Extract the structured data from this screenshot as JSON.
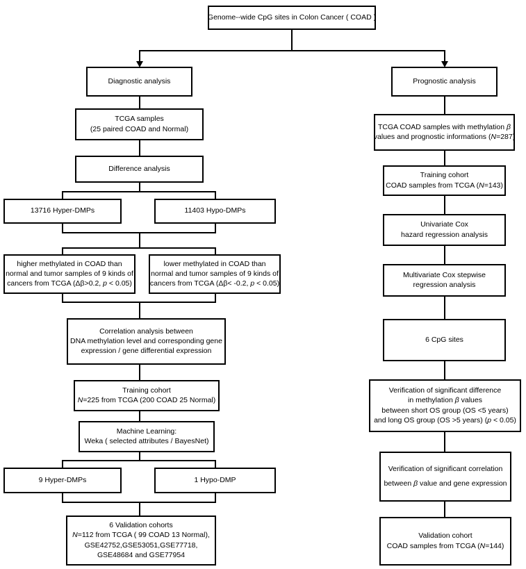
{
  "diagram": {
    "title_box": {
      "text": "Genome--wide CpG sites in Colon Cancer ( COAD )"
    },
    "branches": {
      "left_label": "Diagnostic analysis",
      "right_label": "Prognostic analysis"
    },
    "left_column": {
      "tcga_samples": {
        "line1": "TCGA  samples",
        "line2": "(25 paired COAD and Normal)"
      },
      "difference_analysis": {
        "line1": "Difference analysis"
      },
      "hyper_dmps": {
        "line1": "13716 Hyper-DMPs"
      },
      "hypo_dmps": {
        "line1": "11403 Hypo-DMPs"
      },
      "higher_methylated": {
        "line1": "higher methylated in COAD than",
        "line2": "normal and tumor samples of 9 kinds of",
        "line3": "cancers from TCGA (Δβ>0.2, ",
        "line3_italic": "p",
        "line3_tail": " < 0.05)"
      },
      "lower_methylated": {
        "line1": "lower methylated in COAD than",
        "line2": "normal and tumor samples of 9 kinds of",
        "line3": "cancers from TCGA (Δβ< -0.2, ",
        "line3_italic": "p",
        "line3_tail": " < 0.05)"
      },
      "correlation_analysis": {
        "line1": "Correlation analysis between",
        "line2": "DNA methylation level and corresponding gene",
        "line3": "expression /  gene differential expression"
      },
      "training_cohort": {
        "line1": "Training cohort",
        "line2_italic": "N",
        "line2": "=225 from TCGA (200 COAD 25 Normal)"
      },
      "machine_learning": {
        "line1": "Machine Learning:",
        "line2": "Weka ( selected attributes / BayesNet)"
      },
      "nine_hyper_dmps": {
        "line1": "9 Hyper-DMPs"
      },
      "one_hypo_dmp": {
        "line1": "1 Hypo-DMP"
      },
      "validation_cohorts": {
        "line1": "6 Validation cohorts",
        "line2_italic": "N",
        "line2": "=112 from TCGA ( 99 COAD 13 Normal),",
        "line3": "GSE42752,GSE53051,GSE77718,",
        "line4": "GSE48684 and GSE77954"
      }
    },
    "right_column": {
      "tcga_coad_samples": {
        "line1": "TCGA COAD samples with methylation ",
        "line1_italic": "β",
        "line2": "values and prognostic informations (",
        "line2_italic": "N",
        "line2_tail": "=287)"
      },
      "training_cohort": {
        "line1": "Training cohort",
        "line2": "COAD samples from TCGA (",
        "line2_italic": "N",
        "line2_tail": "=143)"
      },
      "univariate_cox": {
        "line1": "Univariate Cox",
        "line2": "hazard regression analysis"
      },
      "multivariate_cox": {
        "line1": "Multivariate Cox stepwise",
        "line2": "regression analysis"
      },
      "cpg_sites": {
        "line1": "6 CpG sites"
      },
      "verification_difference": {
        "line1": "Verification of significant difference",
        "line2": "in methylation ",
        "line2_italic": "β",
        "line2_tail": " values",
        "line3": "between short OS group (OS <5 years)",
        "line4": "and long OS group (OS >5 years) (",
        "line4_italic": "p",
        "line4_tail": " < 0.05)"
      },
      "verification_correlation": {
        "line1": "Verification of significant correlation",
        "line2": "between ",
        "line2_italic": "β",
        "line2_tail": " value and  gene expression"
      },
      "validation_cohort": {
        "line1": "Validation cohort",
        "line2": "COAD samples from TCGA (",
        "line2_italic": "N",
        "line2_tail": "=144)"
      }
    }
  },
  "colors": {
    "stroke": "#000000",
    "background": "#ffffff",
    "text": "#000000"
  }
}
